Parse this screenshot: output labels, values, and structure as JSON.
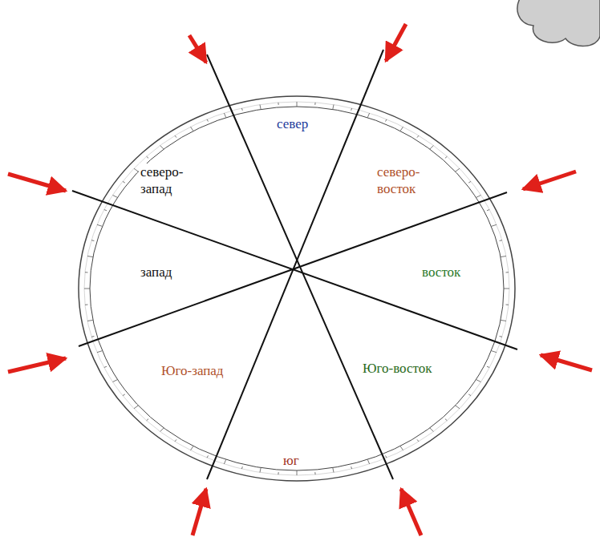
{
  "diagram": {
    "labels": [
      "север",
      "северо- запад",
      "северо- восток",
      "запад",
      "восток",
      "Юго-запад",
      "юг",
      "Юго-восток"
    ]
  }
}
